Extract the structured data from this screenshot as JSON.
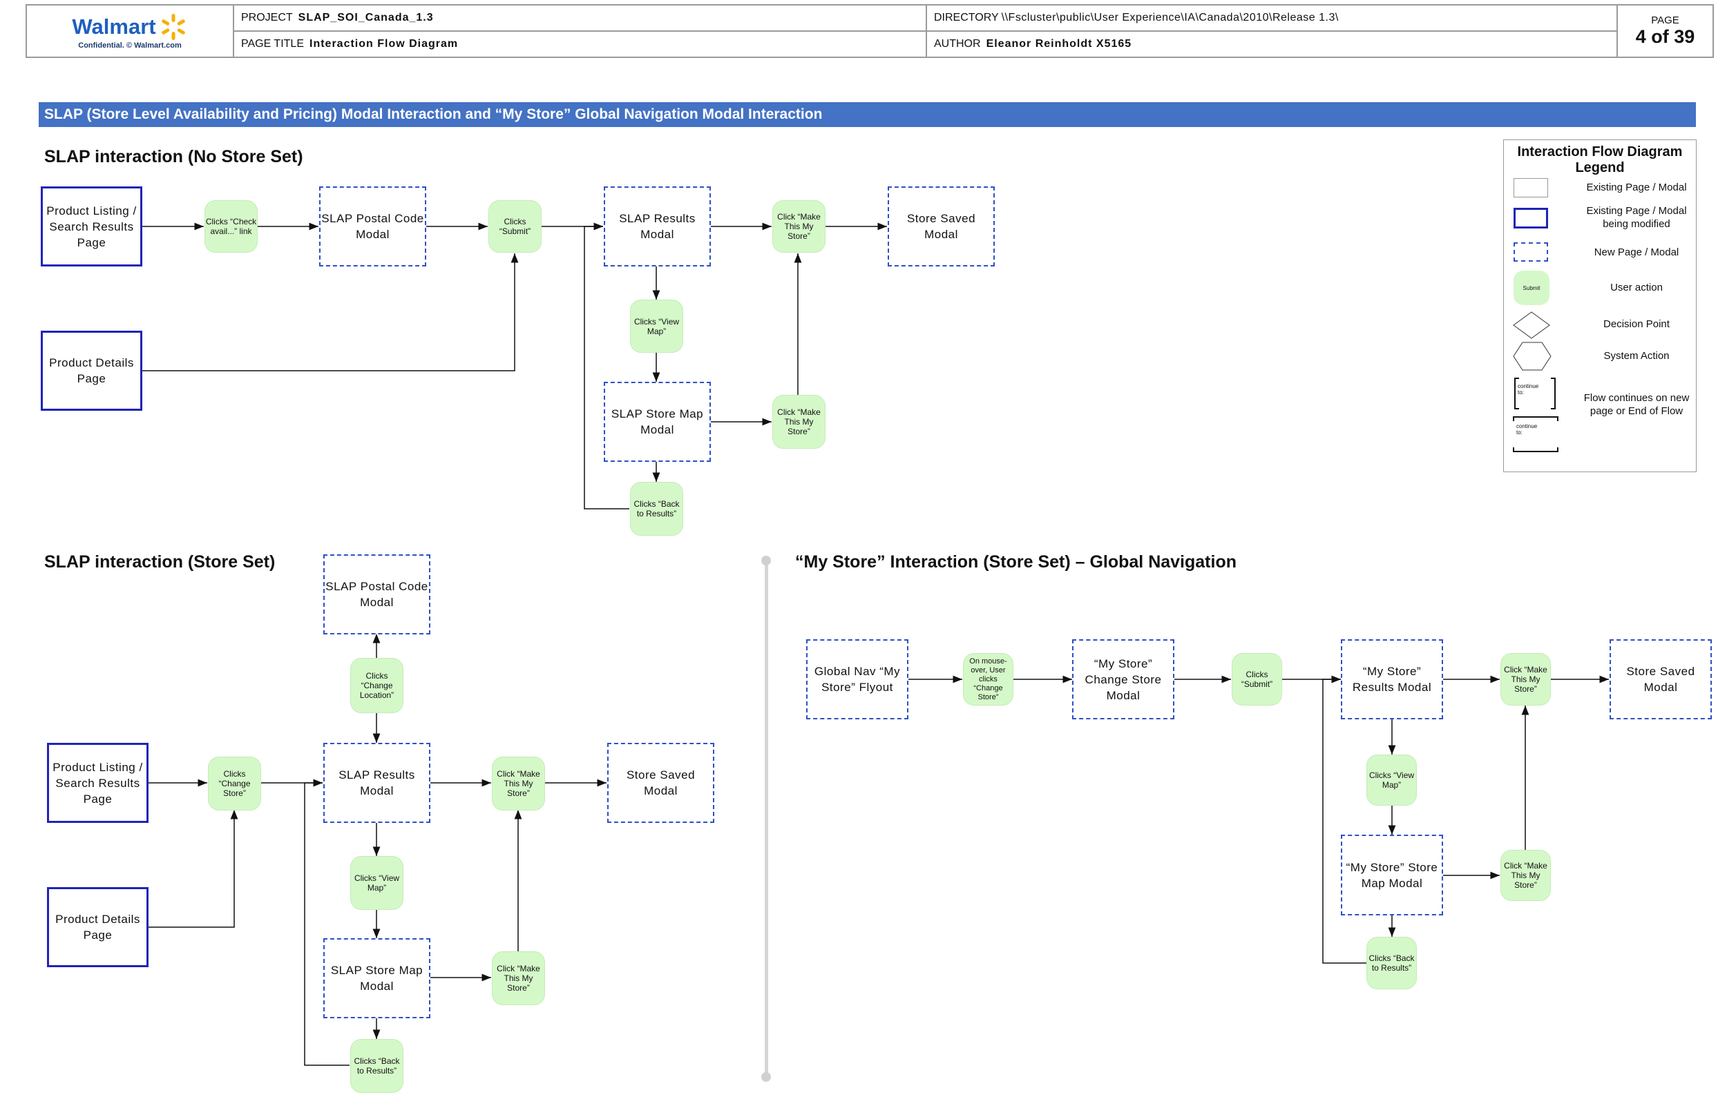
{
  "header": {
    "logo_text": "Walmart",
    "logo_sub": "Confidential. © Walmart.com",
    "project_key": "PROJECT",
    "project_value": "SLAP_SOI_Canada_1.3",
    "directory_key": "DIRECTORY",
    "directory_value": "\\\\Fscluster\\public\\User Experience\\IA\\Canada\\2010\\Release 1.3\\",
    "page_title_key": "PAGE TITLE",
    "page_title_value": "Interaction Flow Diagram",
    "author_key": "AUTHOR",
    "author_value": "Eleanor Reinholdt X5165",
    "page_label": "PAGE",
    "page_value": "4 of 39"
  },
  "banner": "SLAP (Store Level Availability and Pricing) Modal Interaction and “My Store” Global Navigation Modal Interaction",
  "sections": {
    "s1": "SLAP interaction (No Store Set)",
    "s2": "SLAP interaction (Store Set)",
    "s3": "“My Store” Interaction (Store Set) – Global Navigation"
  },
  "flow1": {
    "product_listing": "Product Listing / Search Results Page",
    "product_details": "Product Details Page",
    "check_avail": "Clicks “Check avail...” link",
    "postal_modal": "SLAP Postal Code Modal",
    "submit": "Clicks “Submit”",
    "results_modal": "SLAP Results Modal",
    "make_store_1": "Click “Make This My Store”",
    "store_saved": "Store Saved Modal",
    "view_map": "Clicks “View Map”",
    "map_modal": "SLAP Store Map Modal",
    "make_store_2": "Click “Make This My Store”",
    "back_results": "Clicks “Back to Results”"
  },
  "flow2": {
    "postal_modal": "SLAP Postal Code Modal",
    "change_location": "Clicks “Change Location”",
    "product_listing": "Product Listing / Search Results Page",
    "change_store": "Clicks “Change Store”",
    "results_modal": "SLAP Results Modal",
    "make_store_1": "Click “Make This My Store”",
    "store_saved": "Store Saved Modal",
    "product_details": "Product Details Page",
    "view_map": "Clicks “View Map”",
    "map_modal": "SLAP Store Map Modal",
    "make_store_2": "Click “Make This My Store”",
    "back_results": "Clicks “Back to Results”"
  },
  "flow3": {
    "global_nav": "Global Nav “My Store” Flyout",
    "mouseover": "On mouse-over, User clicks “Change Store”",
    "change_store_modal": "“My Store” Change Store Modal",
    "submit": "Clicks “Submit”",
    "results_modal": "“My Store” Results Modal",
    "make_store_1": "Click “Make This My Store”",
    "store_saved": "Store Saved Modal",
    "view_map": "Clicks “View Map”",
    "map_modal": "“My Store” Store Map Modal",
    "make_store_2": "Click “Make This My Store”",
    "back_results": "Clicks “Back to Results”"
  },
  "legend": {
    "title": "Interaction Flow Diagram Legend",
    "existing": "Existing Page / Modal",
    "modified": "Existing Page / Modal being modified",
    "new_page": "New Page / Modal",
    "action_sample": "Submit",
    "user_action": "User action",
    "decision": "Decision Point",
    "system": "System Action",
    "continue_sample": "continue to:",
    "flow_continues": "Flow continues on new page or End of Flow"
  },
  "colors": {
    "banner": "#4472c4",
    "modified_border": "#1f24b8",
    "new_border": "#2e4fc7",
    "action_fill": "#d5f8c9"
  }
}
